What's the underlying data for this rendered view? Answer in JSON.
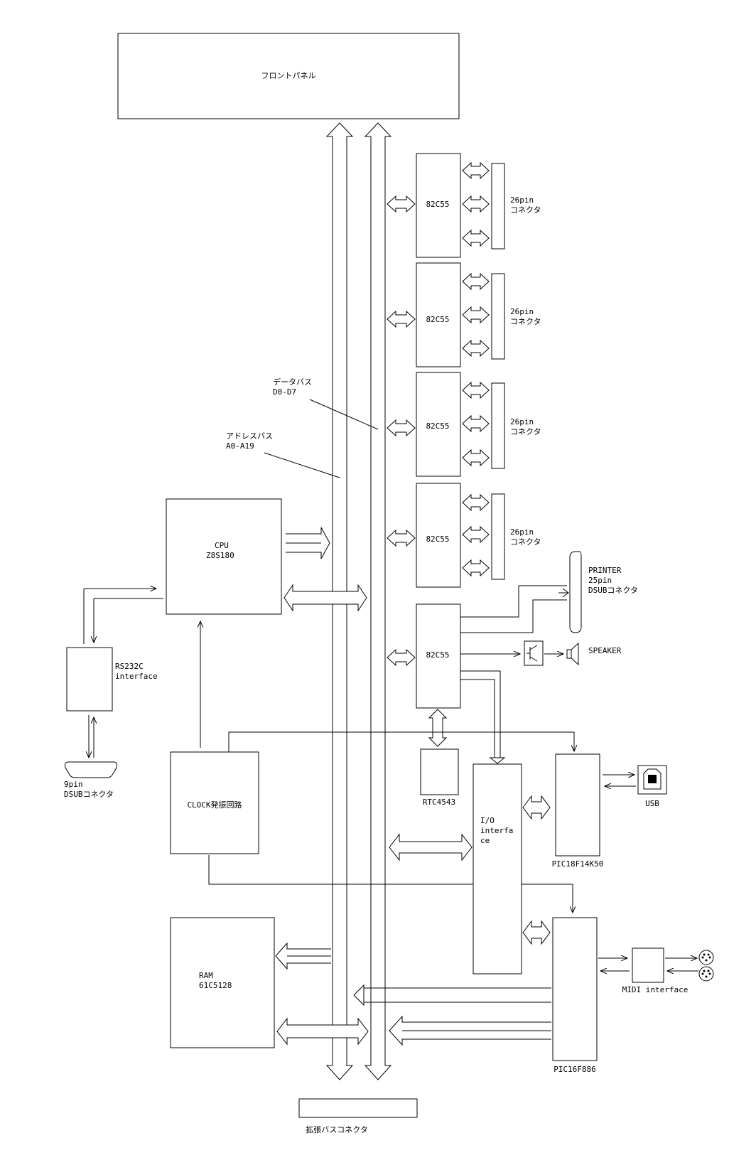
{
  "front_panel": "フロントパネル",
  "data_bus": {
    "label": "データバス",
    "range": "D0-D7"
  },
  "address_bus": {
    "label": "アドレスバス",
    "range": "A0-A19"
  },
  "cpu": {
    "line1": "CPU",
    "line2": "Z8S180"
  },
  "ppi_chip": "82C55",
  "connectors_26pin": [
    {
      "line1": "26pin",
      "line2": "コネクタ"
    },
    {
      "line1": "26pin",
      "line2": "コネクタ"
    },
    {
      "line1": "26pin",
      "line2": "コネクタ"
    },
    {
      "line1": "26pin",
      "line2": "コネクタ"
    }
  ],
  "printer": {
    "line1": "PRINTER",
    "line2": "25pin",
    "line3": "DSUBコネクタ"
  },
  "speaker": "SPEAKER",
  "rs232c": {
    "line1": "RS232C",
    "line2": "interface"
  },
  "dsub9": {
    "line1": "9pin",
    "line2": "DSUBコネクタ"
  },
  "clock": "CLOCK発振回路",
  "rtc": "RTC4543",
  "io_interface": {
    "line1": "I/O",
    "line2": "interfa",
    "line3": "ce"
  },
  "pic_usb": "PIC18F14K50",
  "usb": "USB",
  "pic_midi": "PIC16F886",
  "midi": "MIDI interface",
  "ram": {
    "line1": "RAM",
    "line2": "61C5128"
  },
  "expansion_connector": "拡張バスコネクタ"
}
